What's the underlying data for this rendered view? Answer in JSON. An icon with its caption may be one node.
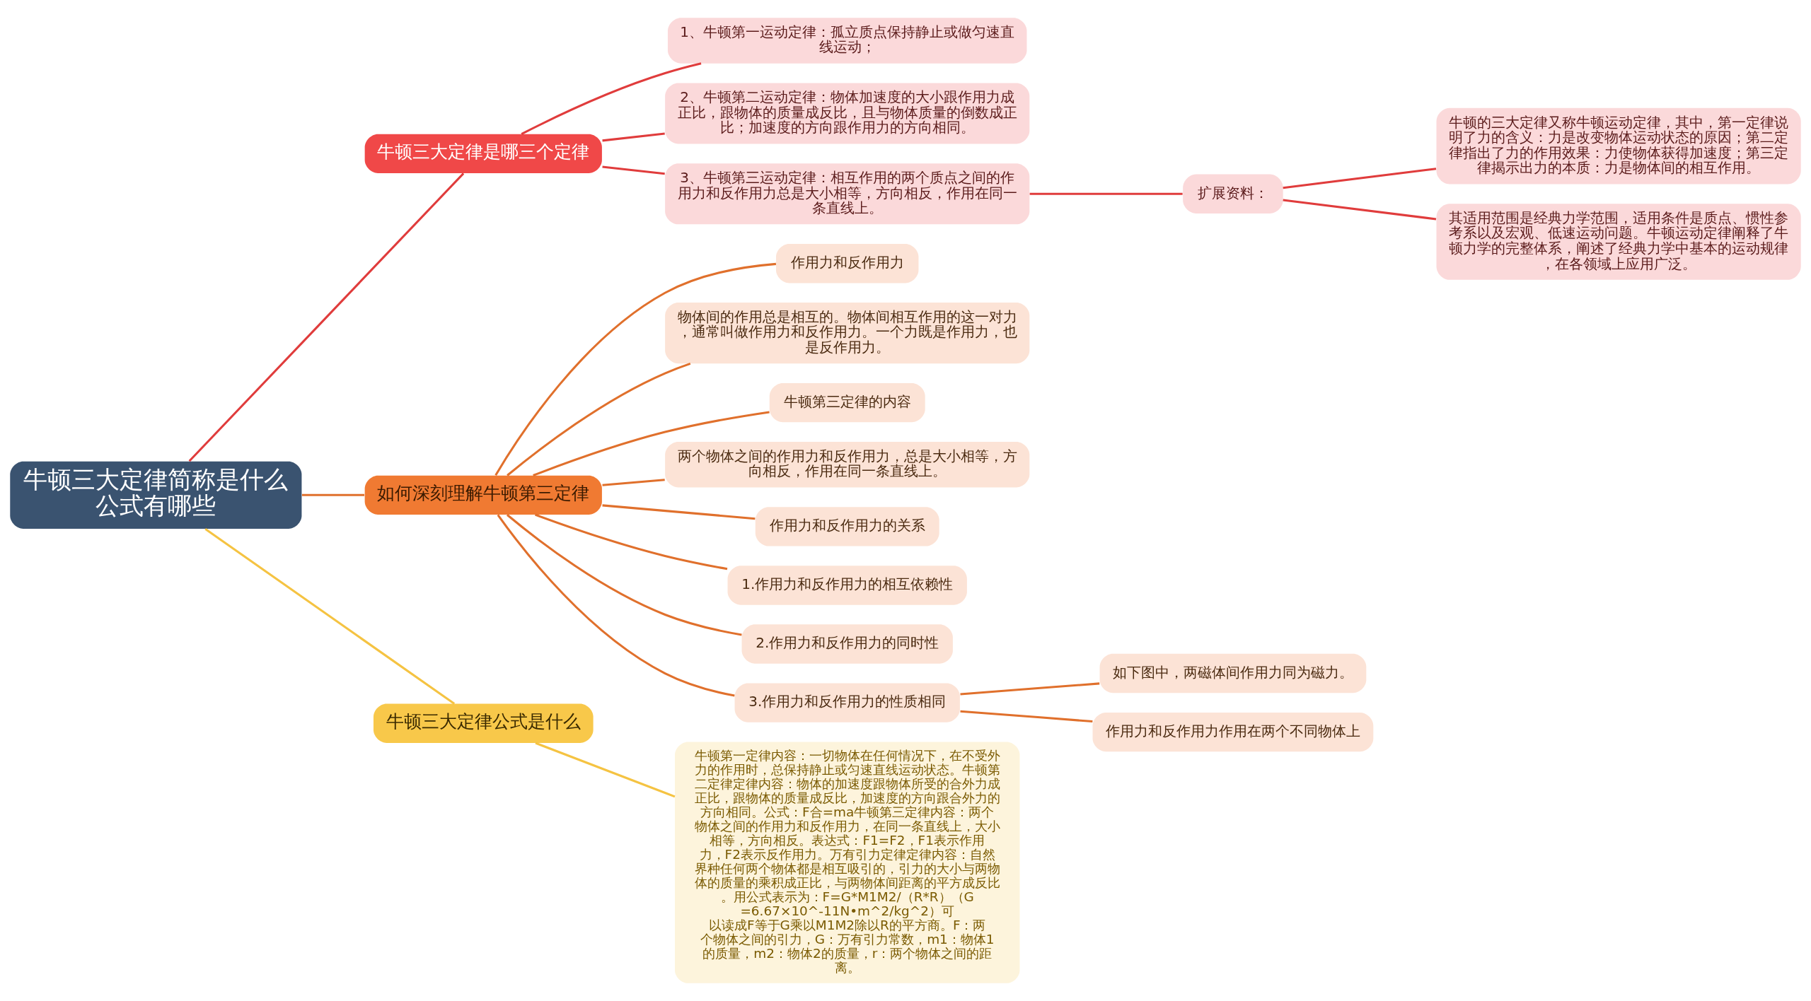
{
  "diagram": {
    "nodes": [
      {
        "text": [
          "牛顿三大定律简称是什么公式有哪些"
        ]
      },
      {
        "text": [
          "牛顿三大定律是哪三个定律"
        ]
      },
      {
        "text": [
          "1、牛顿第一运动定律：孤立质点保持静止或做匀速直线运动；"
        ]
      },
      {
        "text": [
          "2、牛顿第二运动定律：物体加速度的大小跟作用力成正比，跟物体的质量成反比，且与物体质量的倒数成正比；加速度的方向跟作用力的方向相同。"
        ]
      },
      {
        "text": [
          "3、牛顿第三运动定律：相互作用的两个质点之间的作用力和反作用力总是大小相等，方向相反，作用在同一条直线上。"
        ]
      },
      {
        "text": [
          "扩展资料："
        ]
      },
      {
        "text": [
          "牛顿的三大定律又称牛顿运动定律，其中，第一定律说明了力的含义：力是改变物体运动状态的原因；第二定律指出了力的作用效果：力使物体获得加速度；第三定律揭示出力的本质：力是物体间的相互作用。"
        ]
      },
      {
        "text": [
          "其适用范围是经典力学范围，适用条件是质点、惯性参考系以及宏观、低速运动问题。牛顿运动定律阐释了牛顿力学的完整体系，阐述了经典力学中基本的运动规律，在各领域上应用广泛。"
        ]
      },
      {
        "text": [
          "如何深刻理解牛顿第三定律"
        ]
      },
      {
        "text": [
          "作用力和反作用力"
        ]
      },
      {
        "text": [
          "物体间的作用总是相互的。物体间相互作用的这一对力，通常叫做作用力和反作用力。一个力既是作用力，也是反作用力。"
        ]
      },
      {
        "text": [
          "牛顿第三定律的内容"
        ]
      },
      {
        "text": [
          "两个物体之间的作用力和反作用力，总是大小相等，方向相反，作用在同一条直线上。"
        ]
      },
      {
        "text": [
          "作用力和反作用力的关系"
        ]
      },
      {
        "text": [
          "1.作用力和反作用力的相互依赖性"
        ]
      },
      {
        "text": [
          "2.作用力和反作用力的同时性"
        ]
      },
      {
        "text": [
          "3.作用力和反作用力的性质相同"
        ]
      },
      {
        "text": [
          "如下图中，两磁体间作用力同为磁力。"
        ]
      },
      {
        "text": [
          "作用力和反作用力作用在两个不同物体上"
        ]
      },
      {
        "text": [
          "牛顿三大定律公式是什么"
        ]
      },
      {
        "text": [
          "牛顿第一定律内容：一切物体在任何情况下，在不受外力的作用时，总保持静止或匀速直线运动状态。牛顿第二定律定律内容：物体的加速度跟物体所受的合外力成正比，跟物体的质量成反比，加速度的方向跟合外力的方向相同。公式：F合=ma牛顿第三定律内容：两个物体之间的作用力和反作用力，在同一条直线上，大小相等，方向相反。表达式：F1=F2，F1表示作用力，F2表示反作用力。万有引力定律定律内容：自然界种任何两个物体都是相互吸引的，引力的大小与两物体的质量的乘积成正比，与两物体间距离的平方成反比。用公式表示为：F=G*M1M2/（R*R）（G=6.67×10^-11N•m^2/kg^2）可以读成F等于G乘以M1M2除以R的平方商。F：两个物体之间的引力，G：万有引力常数，m1：物体1的质量，m2：物体2的质量，r：两个物体之间的距离。"
        ]
      }
    ],
    "edges": [
      {
        "from": 0,
        "to": 1,
        "arrow": "none",
        "color": "#e03c3c"
      },
      {
        "from": 1,
        "to": 2,
        "arrow": "none",
        "color": "#e03c3c"
      },
      {
        "from": 1,
        "to": 3,
        "arrow": "none",
        "color": "#e03c3c"
      },
      {
        "from": 1,
        "to": 4,
        "arrow": "none",
        "color": "#e03c3c"
      },
      {
        "from": 4,
        "to": 5,
        "arrow": "none",
        "color": "#e03c3c"
      },
      {
        "from": 5,
        "to": 6,
        "arrow": "none",
        "color": "#e03c3c"
      },
      {
        "from": 5,
        "to": 7,
        "arrow": "none",
        "color": "#e03c3c"
      },
      {
        "from": 0,
        "to": 8,
        "arrow": "none"
      },
      {
        "from": 8,
        "to": 9,
        "arrow": "none"
      },
      {
        "from": 8,
        "to": 10,
        "arrow": "none"
      },
      {
        "from": 8,
        "to": 11,
        "arrow": "none"
      },
      {
        "from": 8,
        "to": 12,
        "arrow": "none"
      },
      {
        "from": 8,
        "to": 13,
        "arrow": "none"
      },
      {
        "from": 8,
        "to": 14,
        "arrow": "none"
      },
      {
        "from": 8,
        "to": 15,
        "arrow": "none"
      },
      {
        "from": 8,
        "to": 16,
        "arrow": "none"
      },
      {
        "from": 16,
        "to": 17,
        "arrow": "none"
      },
      {
        "from": 16,
        "to": 18,
        "arrow": "none"
      },
      {
        "from": 0,
        "to": 19,
        "arrow": "none",
        "color": "#f5c342"
      },
      {
        "from": 19,
        "to": 20,
        "arrow": "none",
        "color": "#f5c342"
      }
    ]
  }
}
